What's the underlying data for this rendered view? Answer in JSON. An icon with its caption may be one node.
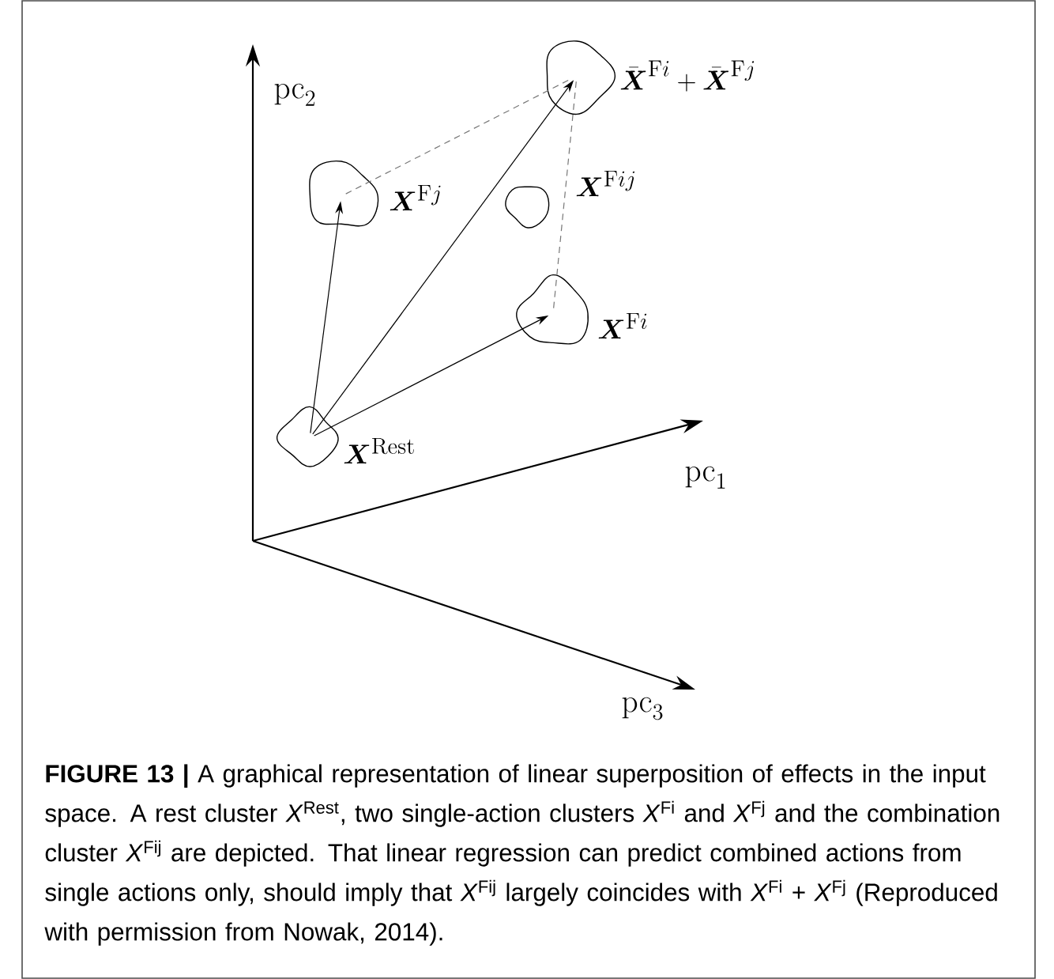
{
  "diagram": {
    "caption": "**FIGURE 13 |** A graphical representation of linear superposition of effects in the input space. A rest cluster *X*$^{Rest}$, two single-action clusters *X*$^{Fi}$ and *X*$^{Fj}$ and the combination cluster *X*$^{Fij}$ are depicted. That linear regression can predict combined actions from single actions only, should imply that *X*$^{Fij}$ largely coincides with *X*$^{Fi}$ + *X*$^{Fj}$ (Reproduced with permission from Nowak, 2014).",
    "nodes": [
      {
        "text": [
          "\\boldsymbol{X}^{\\mathrm{Rest}}"
        ]
      },
      {
        "text": [
          "\\boldsymbol{X}^{\\mathrm{F}j}"
        ]
      },
      {
        "text": [
          "\\boldsymbol{X}^{\\mathrm{F}ij}"
        ]
      },
      {
        "text": [
          "\\boldsymbol{X}^{\\mathrm{F}i}"
        ]
      },
      {
        "text": [
          "\\bar{\\boldsymbol{X}}^{\\mathrm{F}i}+\\bar{\\boldsymbol{X}}^{\\mathrm{F}j}"
        ]
      }
    ],
    "edges": [
      {
        "from": 0,
        "to": 1,
        "arrow": "to"
      },
      {
        "from": 0,
        "to": 4,
        "arrow": "to"
      },
      {
        "from": 0,
        "to": 3,
        "arrow": "to"
      },
      {
        "from": 1,
        "to": 4,
        "arrow": "none",
        "style": "dashed",
        "color": "#777777"
      },
      {
        "from": 3,
        "to": 4,
        "arrow": "none",
        "style": "dashed",
        "color": "#777777"
      }
    ],
    "labels": [
      "\\mathrm{pc}_2",
      "\\mathrm{pc}_1",
      "\\mathrm{pc}_3"
    ]
  }
}
